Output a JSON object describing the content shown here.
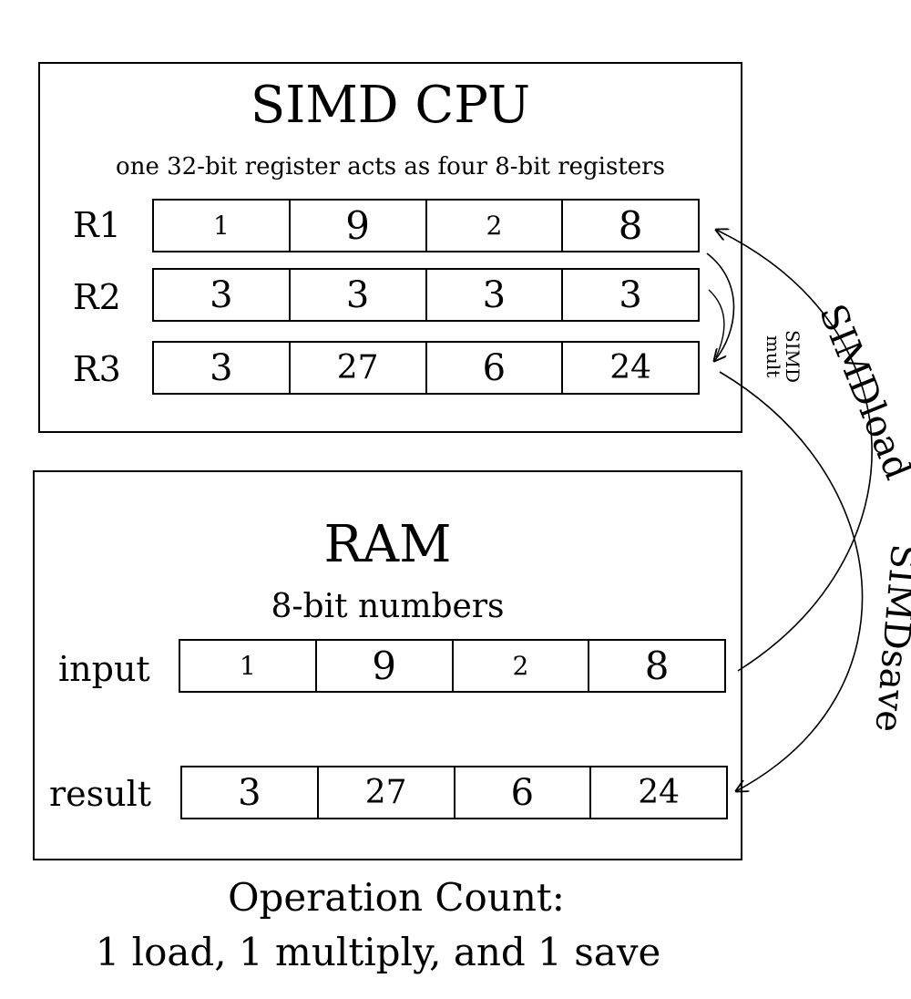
{
  "cpu": {
    "title": "SIMD CPU",
    "subtitle": "one 32-bit register acts as four 8-bit registers",
    "registers": [
      {
        "label": "R1",
        "values": [
          "1",
          "9",
          "2",
          "8"
        ]
      },
      {
        "label": "R2",
        "values": [
          "3",
          "3",
          "3",
          "3"
        ]
      },
      {
        "label": "R3",
        "values": [
          "3",
          "27",
          "6",
          "24"
        ]
      }
    ]
  },
  "ram": {
    "title": "RAM",
    "subtitle": "8-bit numbers",
    "rows": [
      {
        "label": "input",
        "values": [
          "1",
          "9",
          "2",
          "8"
        ]
      },
      {
        "label": "result",
        "values": [
          "3",
          "27",
          "6",
          "24"
        ]
      }
    ]
  },
  "arrows": {
    "mult_label": "SIMD mult",
    "load_label": "SIMDload",
    "save_label": "SIMDsave"
  },
  "footer": {
    "line1": "Operation Count:",
    "line2": "1 load, 1 multiply, and 1 save"
  }
}
